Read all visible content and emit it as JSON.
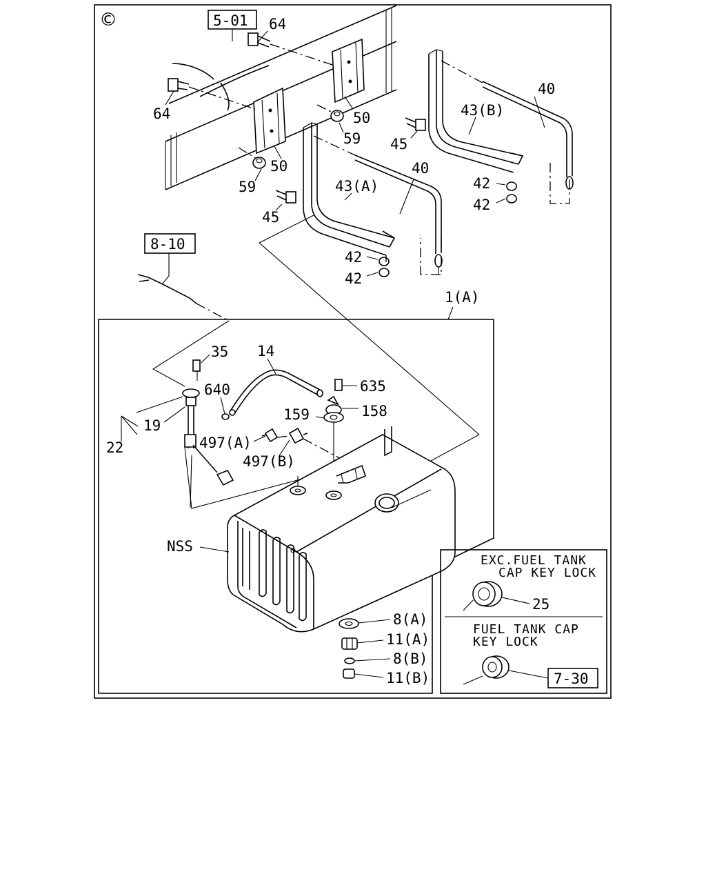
{
  "copyright_mark": "©",
  "refs": {
    "r501": "5-01",
    "r810": "8-10",
    "r730": "7-30"
  },
  "callouts": {
    "c64a": "64",
    "c64b": "64",
    "c50a": "50",
    "c50b": "50",
    "c59a": "59",
    "c59b": "59",
    "c40a": "40",
    "c40b": "40",
    "c43a": "43(A)",
    "c43b": "43(B)",
    "c45a": "45",
    "c45b": "45",
    "c42a": "42",
    "c42b": "42",
    "c42c": "42",
    "c42d": "42",
    "c1a": "1(A)",
    "c35": "35",
    "c14": "14",
    "c640": "640",
    "c635": "635",
    "c159": "159",
    "c158": "158",
    "c19": "19",
    "c22": "22",
    "c497a": "497(A)",
    "c497b": "497(B)",
    "cnss": "NSS",
    "c8a": "8(A)",
    "c11a": "11(A)",
    "c8b": "8(B)",
    "c11b": "11(B)",
    "c25": "25"
  },
  "notes": {
    "exc_line1": "EXC.FUEL TANK",
    "exc_line2": "CAP KEY LOCK",
    "lock_line1": "FUEL TANK CAP",
    "lock_line2": "KEY LOCK"
  }
}
